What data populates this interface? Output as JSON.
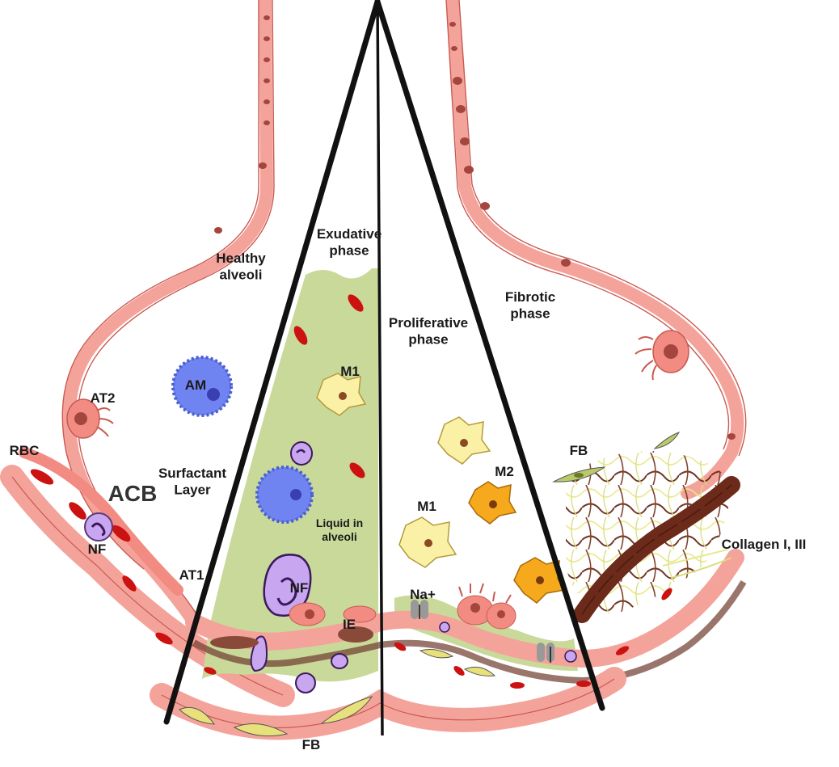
{
  "diagram": {
    "sections": {
      "healthy": "Healthy\nalveoli",
      "exudative": "Exudative\nphase",
      "proliferative": "Proliferative\nphase",
      "fibrotic": "Fibrotic\nphase"
    },
    "labels": {
      "at2": "AT2",
      "am": "AM",
      "rbc": "RBC",
      "acb": "ACB",
      "surfactant": "Surfactant\nLayer",
      "nf_left": "NF",
      "at1": "AT1",
      "m1_exudative": "M1",
      "liquid": "Liquid in\nalveoli",
      "nf_center": "NF",
      "ie": "IE",
      "m1_proliferative": "M1",
      "m2": "M2",
      "na": "Na+",
      "fb_top": "FB",
      "collagen": "Collagen I, III",
      "fb_bottom": "FB"
    },
    "colors": {
      "epithelium": "#f28b82",
      "edema_fluid": "#c9d99a",
      "alveolar_macrophage": "#6f84f0",
      "neutrophil": "#c9a6f0",
      "m1_macrophage": "#fbf1a6",
      "m2_macrophage": "#f6a91c",
      "fibroblast": "#e8e07a",
      "collagen": "#6b2a1a",
      "red_blood_cell": "#cc1111"
    }
  }
}
